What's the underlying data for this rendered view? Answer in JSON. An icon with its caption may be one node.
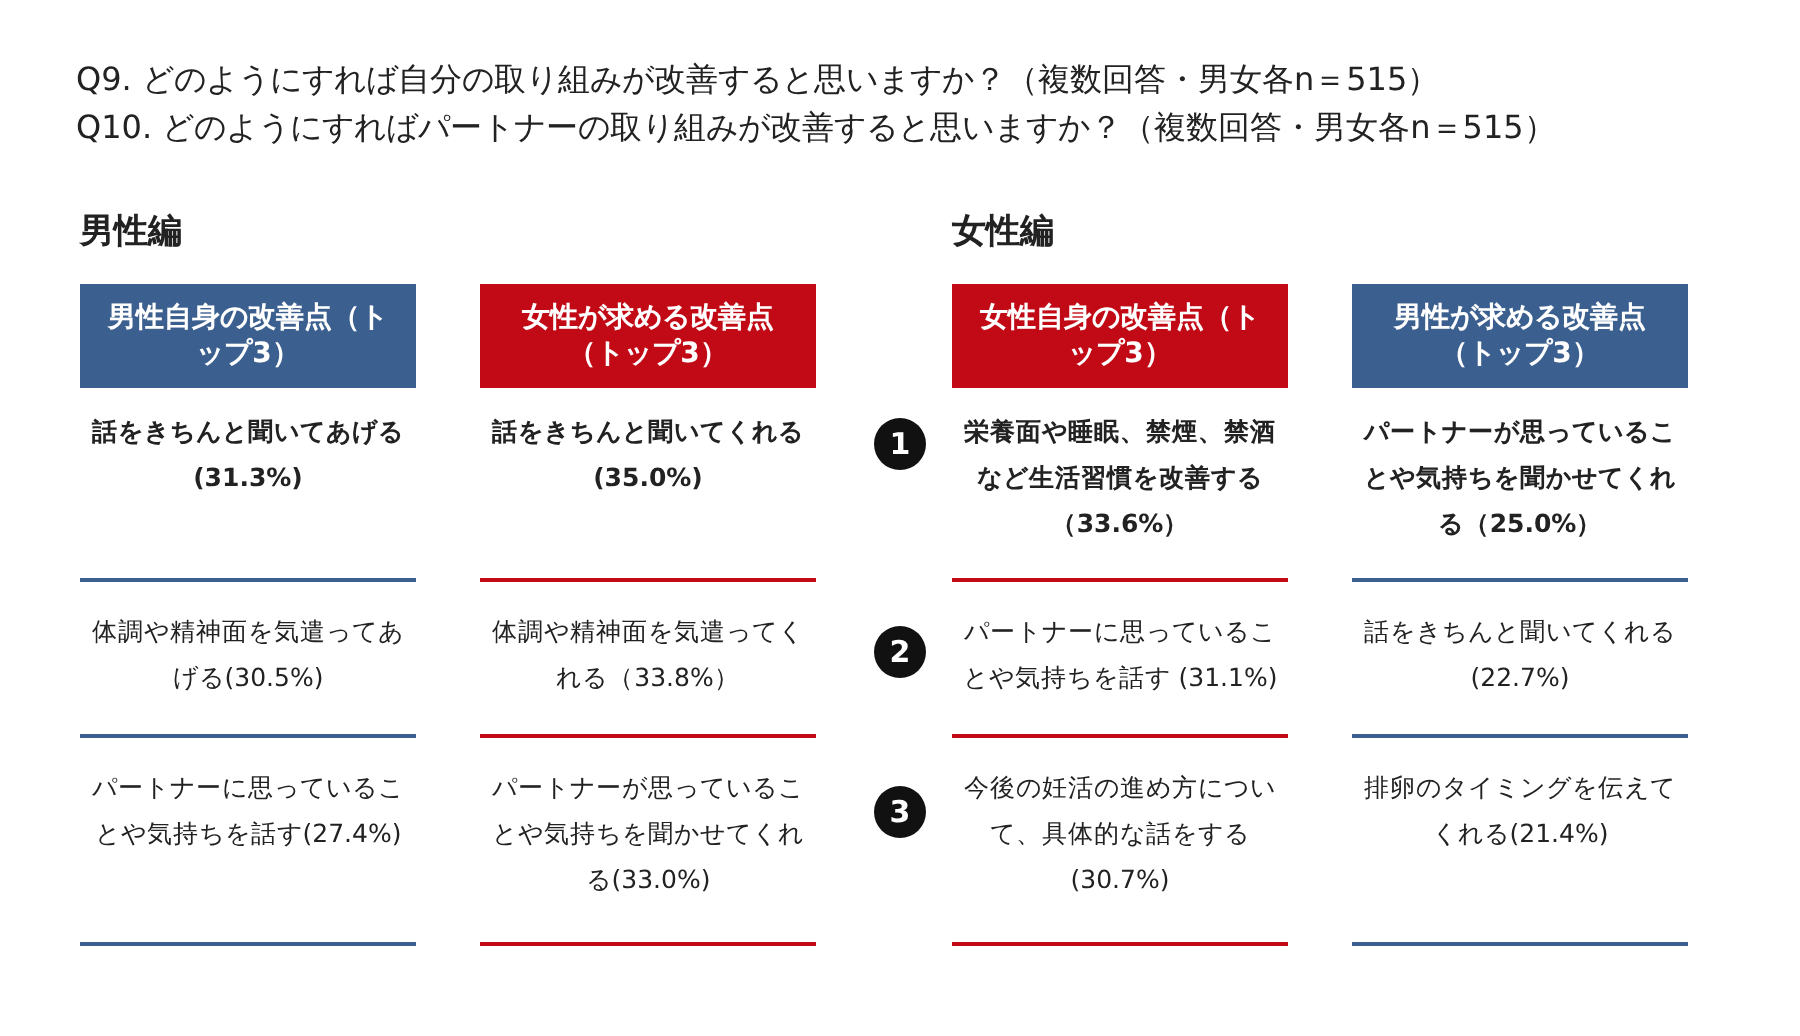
{
  "diagram": {
    "nodes": [
      {
        "text": [
          "男性自身の改善点（トップ3）"
        ]
      },
      {
        "text": [
          "女性が求める改善点（トップ3）"
        ]
      },
      {
        "text": [
          "女性自身の改善点（トップ3）"
        ]
      },
      {
        "text": [
          "男性が求める改善点（トップ3）"
        ]
      },
      {
        "text": [
          "1"
        ]
      },
      {
        "text": [
          "2"
        ]
      },
      {
        "text": [
          "3"
        ]
      }
    ],
    "labels": [
      "Q9. どのようにすれば自分の取り組みが改善すると思いますか？（複数回答・男女各n＝515）",
      "Q10. どのようにすればパートナーの取り組みが改善すると思いますか？（複数回答・男女各n＝515）",
      "男性編",
      "女性編",
      "話をきちんと聞いてあげる(31.3%)",
      "話をきちんと聞いてくれる(35.0%)",
      "栄養面や睡眠、禁煙、禁酒など生活習慣を改善する（33.6%）",
      "パートナーが思っていることや気持ちを聞かせてくれる（25.0%）",
      "体調や精神面を気遣ってあげる(30.5%)",
      "体調や精神面を気遣ってくれる（33.8%）",
      "パートナーに思っていることや気持ちを話す (31.1%)",
      "話をきちんと聞いてくれる(22.7%)",
      "パートナーに思っていることや気持ちを話す(27.4%)",
      "パートナーが思っていることや気持ちを聞かせてくれる(33.0%)",
      "今後の妊活の進め方について、具体的な話をする(30.7%)",
      "排卵のタイミングを伝えてくれる(21.4%)"
    ]
  }
}
